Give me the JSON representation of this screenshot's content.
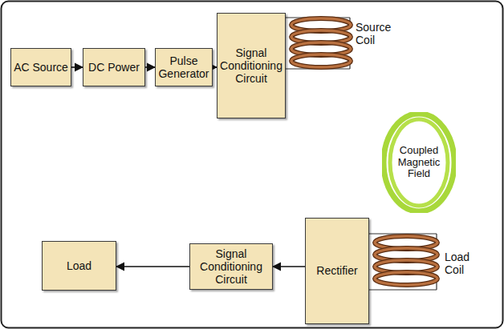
{
  "diagram": {
    "nodes": [
      {
        "text": [
          "AC Source"
        ]
      },
      {
        "text": [
          "DC Power"
        ]
      },
      {
        "text": [
          "Pulse Generator"
        ]
      },
      {
        "text": [
          "Signal Conditioning Circuit"
        ]
      },
      {
        "text": [
          "Coupled Magnetic Field"
        ]
      },
      {
        "text": [
          "Load"
        ]
      },
      {
        "text": [
          "Signal Conditioning Circuit"
        ]
      },
      {
        "text": [
          "Rectifier"
        ]
      }
    ],
    "edges": [
      {
        "from": 0,
        "to": 1,
        "arrow": "to"
      },
      {
        "from": 1,
        "to": 2,
        "arrow": "to"
      },
      {
        "from": 2,
        "to": 3,
        "arrow": "to"
      },
      {
        "from": 7,
        "to": 6,
        "arrow": "to"
      },
      {
        "from": 6,
        "to": 5,
        "arrow": "to"
      }
    ],
    "labels": [
      "Source Coil",
      "Load Coil"
    ]
  }
}
